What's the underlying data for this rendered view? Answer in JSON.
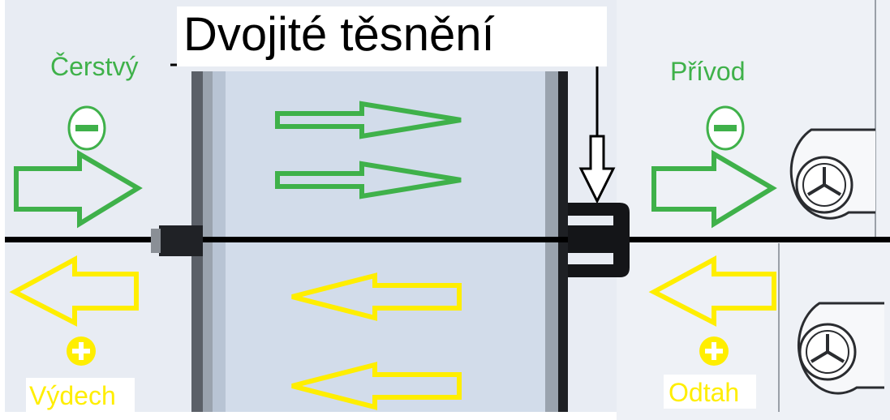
{
  "title": "Dvojité těsnění",
  "labels": {
    "fresh_in": "Čerstvý",
    "supply": "Přívod",
    "exhaust_out": "Výdech",
    "extract": "Odtah"
  },
  "symbols": {
    "negative": "−",
    "positive": "+"
  },
  "colors": {
    "green": "#3fb14a",
    "yellow": "#ffee00",
    "panel": "#e6ebf3",
    "exchanger": "#cfdae8",
    "line": "#000000"
  }
}
